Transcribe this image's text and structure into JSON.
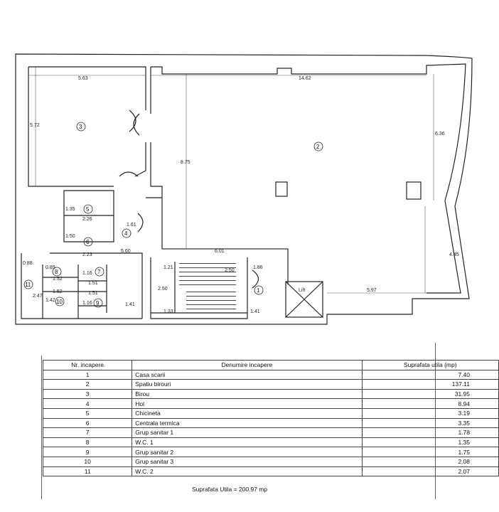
{
  "plan": {
    "dimensions": [
      "5.63",
      "14.62",
      "5.72",
      "6.36",
      "8.75",
      "1.35",
      "2.26",
      "1.50",
      "2.23",
      "1.61",
      "5.60",
      "6.01",
      "2.50",
      "1.86",
      "4.45",
      "5.97",
      "2.50",
      "1.21",
      "1.33",
      "1.41",
      "0.88",
      "0.89",
      "1.16",
      "1.51",
      "1.52",
      "1.52",
      "1.51",
      "2.47",
      "1.42",
      "1.16",
      "1.41"
    ],
    "room_numbers": [
      "1",
      "2",
      "3",
      "4",
      "5",
      "6",
      "7",
      "8",
      "9",
      "10",
      "11"
    ],
    "lift_label": "Lift"
  },
  "table": {
    "headers": [
      "Nr. incapere",
      "Denumire incapere",
      "Suprafata utila (mp)"
    ],
    "rows": [
      {
        "nr": "1",
        "name": "Casa scarii",
        "area": "7.40"
      },
      {
        "nr": "2",
        "name": "Spatiu birouri",
        "area": "137.11"
      },
      {
        "nr": "3",
        "name": "Birou",
        "area": "31.95"
      },
      {
        "nr": "4",
        "name": "Hol",
        "area": "8.94"
      },
      {
        "nr": "5",
        "name": "Chicineta",
        "area": "3.19"
      },
      {
        "nr": "6",
        "name": "Centrala termica",
        "area": "3.35"
      },
      {
        "nr": "7",
        "name": "Grup sanitar 1",
        "area": "1.78"
      },
      {
        "nr": "8",
        "name": "W.C. 1",
        "area": "1.35"
      },
      {
        "nr": "9",
        "name": "Grup sanitar 2",
        "area": "1.75"
      },
      {
        "nr": "10",
        "name": "Grup sanitar 3",
        "area": "2.08"
      },
      {
        "nr": "11",
        "name": "W.C. 2",
        "area": "2.07"
      }
    ]
  },
  "total": "Suprafata Utila = 200.97 mp"
}
